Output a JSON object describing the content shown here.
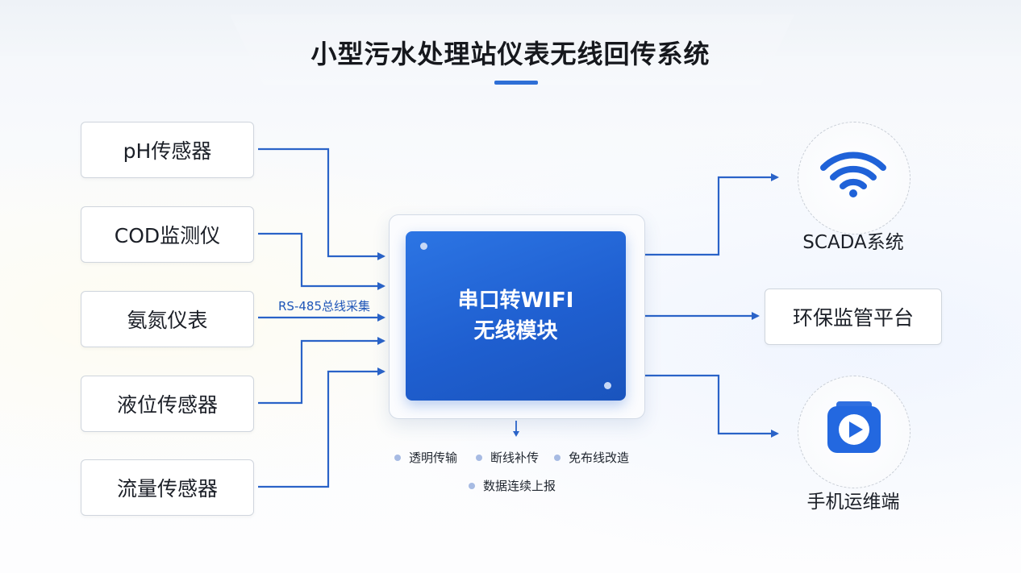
{
  "title": "小型污水处理站仪表无线回传系统",
  "sensors": [
    {
      "label": "pH传感器"
    },
    {
      "label": "COD监测仪"
    },
    {
      "label": "氨氮仪表"
    },
    {
      "label": "液位传感器"
    },
    {
      "label": "流量传感器"
    }
  ],
  "bus_label": "RS-485总线采集",
  "module": {
    "line1": "串口转WIFI",
    "line2": "无线模块"
  },
  "features": [
    {
      "label": "透明传输"
    },
    {
      "label": "断线补传"
    },
    {
      "label": "免布线改造"
    },
    {
      "label": "数据连续上报"
    }
  ],
  "outputs": [
    {
      "label": "SCADA系统",
      "icon": "wifi-icon"
    },
    {
      "label": "环保监管平台"
    },
    {
      "label": "手机运维端",
      "icon": "play-camera-icon"
    }
  ],
  "colors": {
    "accent": "#2f6fd6",
    "module_blue": "#1f5fd0",
    "line_blue": "#2a63c8"
  }
}
